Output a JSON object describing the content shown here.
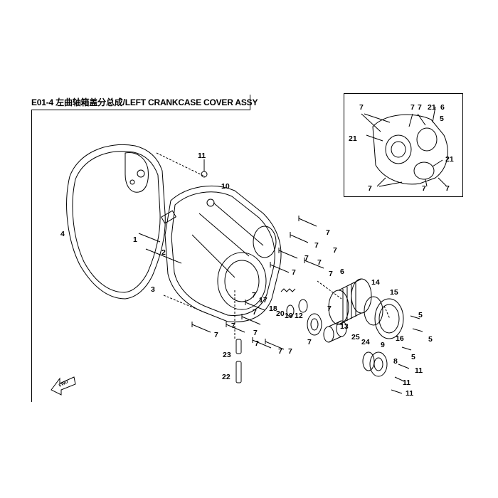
{
  "header": {
    "title": "E01-4 左曲轴箱盖分总成/LEFT CRANKCASE COVER  ASSY"
  },
  "fwd_marker": {
    "label": "FWD"
  },
  "callouts": [
    {
      "id": "c-11-top",
      "text": "11"
    },
    {
      "id": "c-10",
      "text": "10"
    },
    {
      "id": "c-4",
      "text": "4"
    },
    {
      "id": "c-1",
      "text": "1"
    },
    {
      "id": "c-2",
      "text": "2"
    },
    {
      "id": "c-3",
      "text": "3"
    },
    {
      "id": "c-7-a",
      "text": "7"
    },
    {
      "id": "c-7-b",
      "text": "7"
    },
    {
      "id": "c-7-c",
      "text": "7"
    },
    {
      "id": "c-7-d",
      "text": "7"
    },
    {
      "id": "c-7-e",
      "text": "7"
    },
    {
      "id": "c-6",
      "text": "6"
    },
    {
      "id": "c-14",
      "text": "14"
    },
    {
      "id": "c-15",
      "text": "15"
    },
    {
      "id": "c-17",
      "text": "17"
    },
    {
      "id": "c-18",
      "text": "18"
    },
    {
      "id": "c-20",
      "text": "20"
    },
    {
      "id": "c-19",
      "text": "19"
    },
    {
      "id": "c-12",
      "text": "12"
    },
    {
      "id": "c-7-f",
      "text": "7"
    },
    {
      "id": "c-7-g",
      "text": "7"
    },
    {
      "id": "c-7-h",
      "text": "7"
    },
    {
      "id": "c-7-i",
      "text": "7"
    },
    {
      "id": "c-13",
      "text": "13"
    },
    {
      "id": "c-25",
      "text": "25"
    },
    {
      "id": "c-24",
      "text": "24"
    },
    {
      "id": "c-16",
      "text": "16"
    },
    {
      "id": "c-5-a",
      "text": "5"
    },
    {
      "id": "c-5-b",
      "text": "5"
    },
    {
      "id": "c-9",
      "text": "9"
    },
    {
      "id": "c-8",
      "text": "8"
    },
    {
      "id": "c-5-c",
      "text": "5"
    },
    {
      "id": "c-11-a",
      "text": "11"
    },
    {
      "id": "c-11-b",
      "text": "11"
    },
    {
      "id": "c-11-c",
      "text": "11"
    },
    {
      "id": "c-7-j",
      "text": "7"
    },
    {
      "id": "c-7-k",
      "text": "7"
    },
    {
      "id": "c-7-l",
      "text": "7"
    },
    {
      "id": "c-7-m",
      "text": "7"
    },
    {
      "id": "c-7-n",
      "text": "7"
    },
    {
      "id": "c-23",
      "text": "23"
    },
    {
      "id": "c-22",
      "text": "22"
    },
    {
      "id": "c-7-o",
      "text": "7"
    },
    {
      "id": "c-7-p",
      "text": "7"
    },
    {
      "id": "c-7-q",
      "text": "7"
    }
  ],
  "inset_callouts": [
    {
      "id": "i-7-a",
      "text": "7"
    },
    {
      "id": "i-7-b",
      "text": "7"
    },
    {
      "id": "i-7-c",
      "text": "7"
    },
    {
      "id": "i-21-a",
      "text": "21"
    },
    {
      "id": "i-6",
      "text": "6"
    },
    {
      "id": "i-5",
      "text": "5"
    },
    {
      "id": "i-21-b",
      "text": "21"
    },
    {
      "id": "i-21-c",
      "text": "21"
    },
    {
      "id": "i-7-d",
      "text": "7"
    },
    {
      "id": "i-7-e",
      "text": "7"
    },
    {
      "id": "i-7-f",
      "text": "7"
    }
  ]
}
